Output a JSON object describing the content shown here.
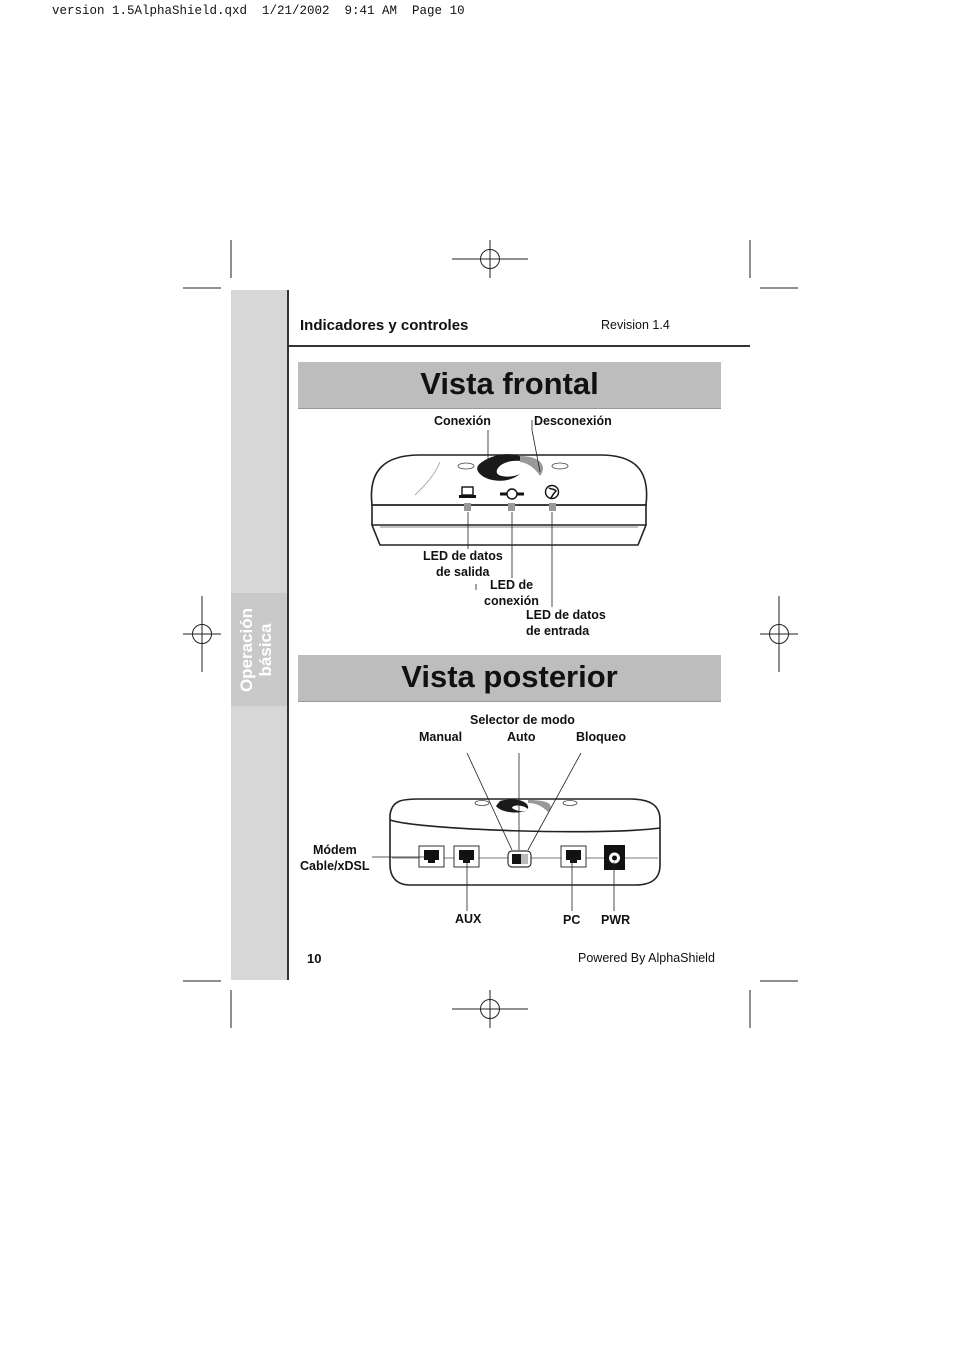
{
  "slug_line": "version 1.5AlphaShield.qxd  1/21/2002  9:41 AM  Page 10",
  "header": {
    "title": "Indicadores y controles",
    "revision": "Revision 1.4"
  },
  "sidebar": {
    "line1": "Operación",
    "line2": "básica"
  },
  "front": {
    "title": "Vista frontal",
    "label_conexion": "Conexión",
    "label_desconexion": "Desconexión",
    "led_salida_1": "LED de datos",
    "led_salida_2": "de salida",
    "led_conexion_1": "LED de",
    "led_conexion_2": "conexión",
    "led_entrada_1": "LED de datos",
    "led_entrada_2": "de entrada"
  },
  "rear": {
    "title": "Vista posterior",
    "selector": "Selector de modo",
    "manual": "Manual",
    "auto": "Auto",
    "bloqueo": "Bloqueo",
    "modem_1": "Módem",
    "modem_2": "Cable/xDSL",
    "aux": "AUX",
    "pc": "PC",
    "pwr": "PWR"
  },
  "footer": {
    "page_number": "10",
    "powered": "Powered By AlphaShield"
  }
}
